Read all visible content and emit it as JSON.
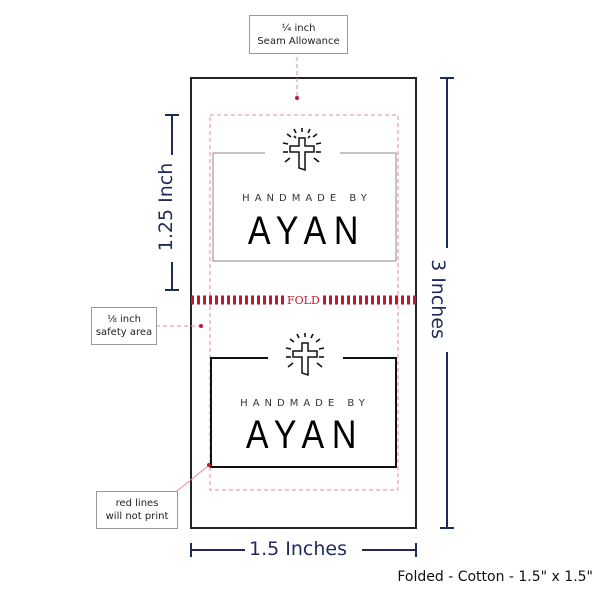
{
  "seam_note": {
    "line1": "¼ inch",
    "line2": "Seam Allowance"
  },
  "safety_note": {
    "line1": "⅛ inch",
    "line2": "safety area"
  },
  "print_note": {
    "line1": "red lines",
    "line2": "will not print"
  },
  "dimensions": {
    "height_folded": "1.25 Inch",
    "height_total": "3 Inches",
    "width": "1.5 Inches"
  },
  "fold_label": "FOLD",
  "label_top": {
    "tagline": "HANDMADE BY",
    "name": "AYAN"
  },
  "label_bottom": {
    "tagline": "HANDMADE BY",
    "name": "AYAN"
  },
  "caption": "Folded - Cotton - 1.5\" x 1.5\"",
  "colors": {
    "guide_red": "#c0182e",
    "dimension_navy": "#1f2a5c"
  }
}
